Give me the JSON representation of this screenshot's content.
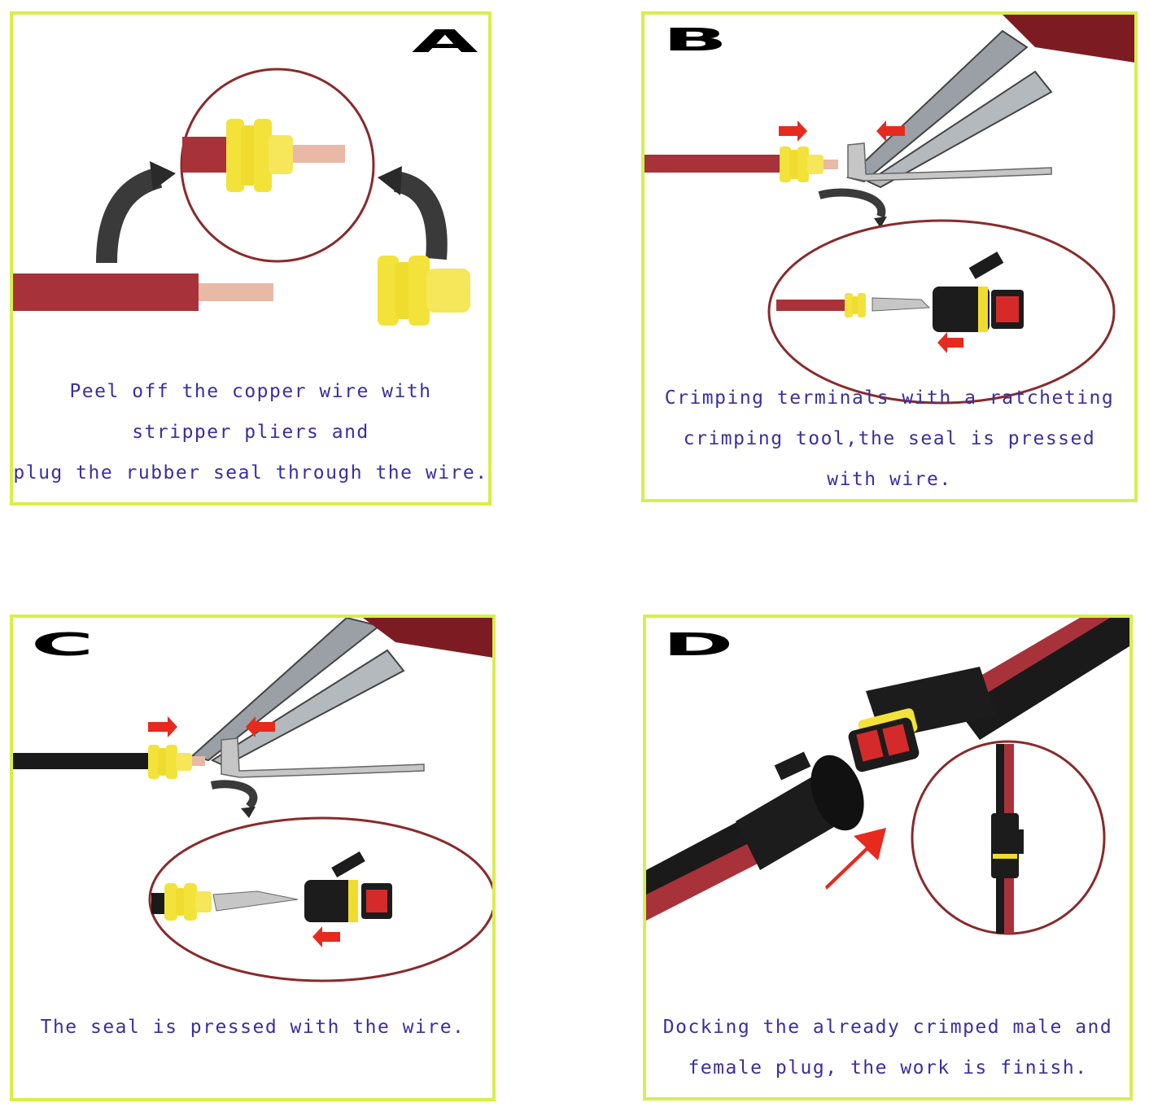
{
  "panels": [
    {
      "letter": "A",
      "caption": [
        "Peel off the copper wire with",
        "stripper pliers and",
        "plug the rubber seal through the wire."
      ]
    },
    {
      "letter": "B",
      "caption": [
        "Crimping terminals with a ratcheting",
        "crimping tool,the seal is pressed",
        "with wire."
      ]
    },
    {
      "letter": "C",
      "caption": [
        "The seal is pressed with the wire."
      ]
    },
    {
      "letter": "D",
      "caption": [
        "Docking the already crimped male and",
        "female plug, the work is finish."
      ]
    }
  ],
  "colors": {
    "panel_border": "#d8ee4a",
    "caption_text": "#3a2fa0",
    "wire_red": "#a8323a",
    "seal_yellow": "#f3e23a",
    "callout_ring": "#8a2a2a",
    "arrow_red": "#e62a1e"
  }
}
